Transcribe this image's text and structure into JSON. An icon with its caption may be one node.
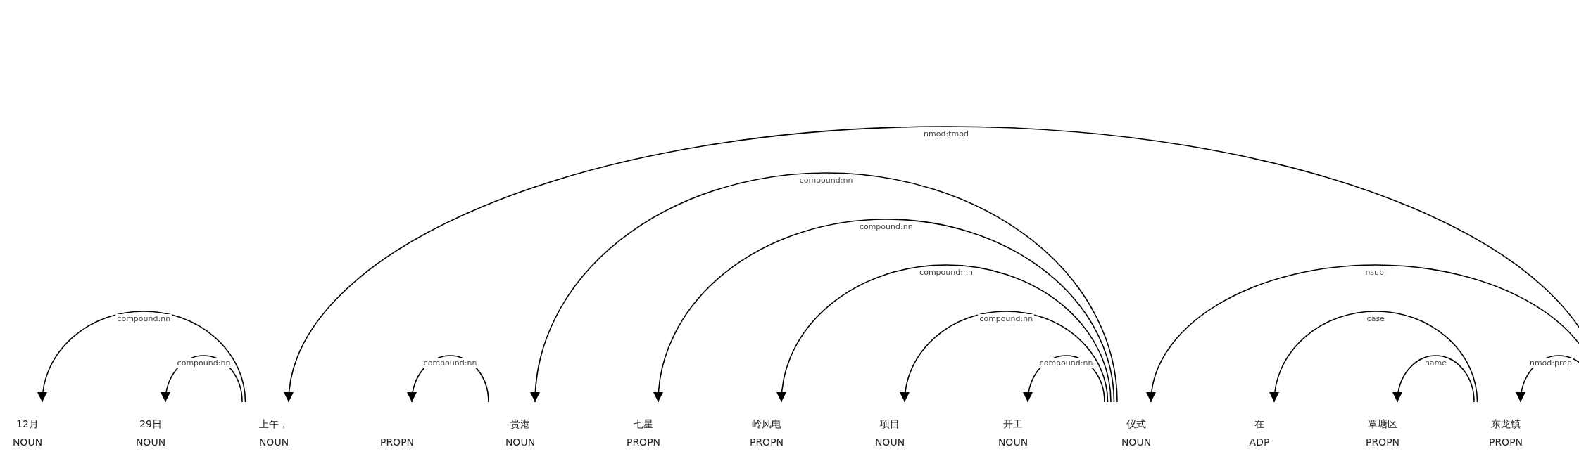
{
  "diagram": {
    "nodes": [
      {
        "text": [
          "12月",
          "NOUN"
        ]
      },
      {
        "text": [
          "29日",
          "NOUN"
        ]
      },
      {
        "text": [
          "上午，",
          "NOUN"
        ]
      },
      {
        "text": [
          "PROPN"
        ]
      },
      {
        "text": [
          "贵港",
          "NOUN"
        ]
      },
      {
        "text": [
          "七星",
          "PROPN"
        ]
      },
      {
        "text": [
          "岭风电",
          "PROPN"
        ]
      },
      {
        "text": [
          "项目",
          "NOUN"
        ]
      },
      {
        "text": [
          "开工",
          "NOUN"
        ]
      },
      {
        "text": [
          "仪式",
          "NOUN"
        ]
      },
      {
        "text": [
          "在",
          "ADP"
        ]
      },
      {
        "text": [
          "覃塘区",
          "PROPN"
        ]
      },
      {
        "text": [
          "东龙镇",
          "PROPN"
        ]
      }
    ],
    "edges": [
      {
        "from": 2,
        "to": 0,
        "arrow": "to",
        "label": "compound:nn"
      },
      {
        "from": 2,
        "to": 1,
        "arrow": "to",
        "label": "compound:nn"
      },
      {
        "from": null,
        "to": 2,
        "arrow": "to",
        "label": "nmod:tmod"
      },
      {
        "from": 4,
        "to": 3,
        "arrow": "to",
        "label": "compound:nn"
      },
      {
        "from": 9,
        "to": 4,
        "arrow": "to",
        "label": "compound:nn"
      },
      {
        "from": 9,
        "to": 5,
        "arrow": "to",
        "label": "compound:nn"
      },
      {
        "from": 9,
        "to": 6,
        "arrow": "to",
        "label": "compound:nn"
      },
      {
        "from": 9,
        "to": 7,
        "arrow": "to",
        "label": "compound:nn"
      },
      {
        "from": 9,
        "to": 8,
        "arrow": "to",
        "label": "compound:nn"
      },
      {
        "from": null,
        "to": 9,
        "arrow": "to",
        "label": "nsubj"
      },
      {
        "from": 12,
        "to": 10,
        "arrow": "to",
        "label": "case"
      },
      {
        "from": 12,
        "to": 11,
        "arrow": "to",
        "label": "name"
      },
      {
        "from": null,
        "to": 12,
        "arrow": "to",
        "label": "nmod:prep"
      }
    ]
  }
}
